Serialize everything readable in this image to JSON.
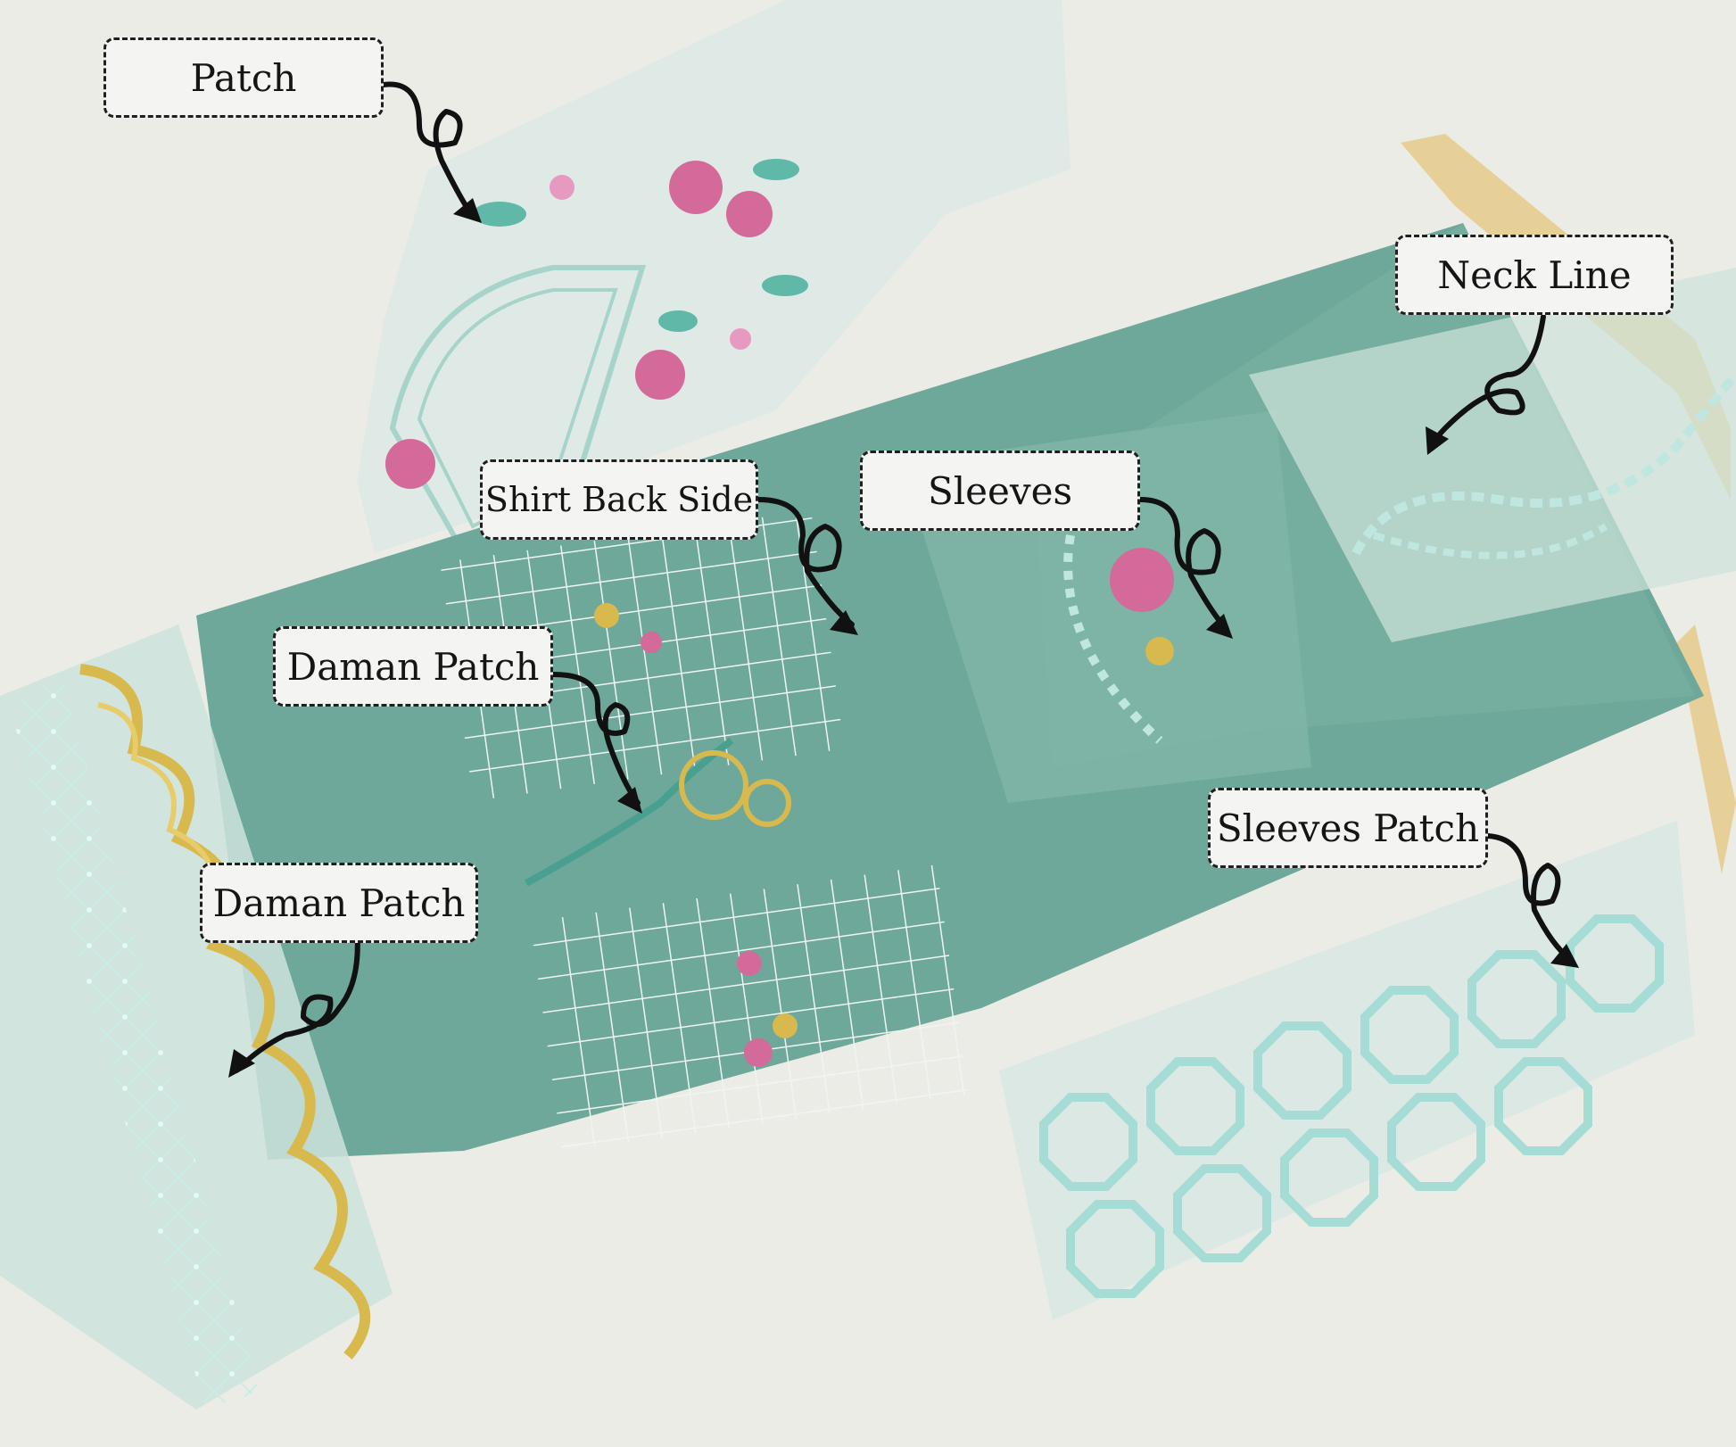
{
  "labels": {
    "patch": "Patch",
    "neck_line": "Neck Line",
    "shirt_back_side": "Shirt Back Side",
    "sleeves": "Sleeves",
    "daman_patch_top": "Daman Patch",
    "daman_patch_bottom": "Daman Patch",
    "sleeves_patch": "Sleeves Patch"
  },
  "colors": {
    "background": "#ecece7",
    "fabric_teal": "#6ea89a",
    "organza": "#d9e8e2",
    "embroidery_pink": "#d46a9a",
    "embroidery_gold": "#d8b94e",
    "embroidery_aqua": "#a8ddd6",
    "label_border": "#1f1f1f",
    "arrow": "#111111"
  }
}
